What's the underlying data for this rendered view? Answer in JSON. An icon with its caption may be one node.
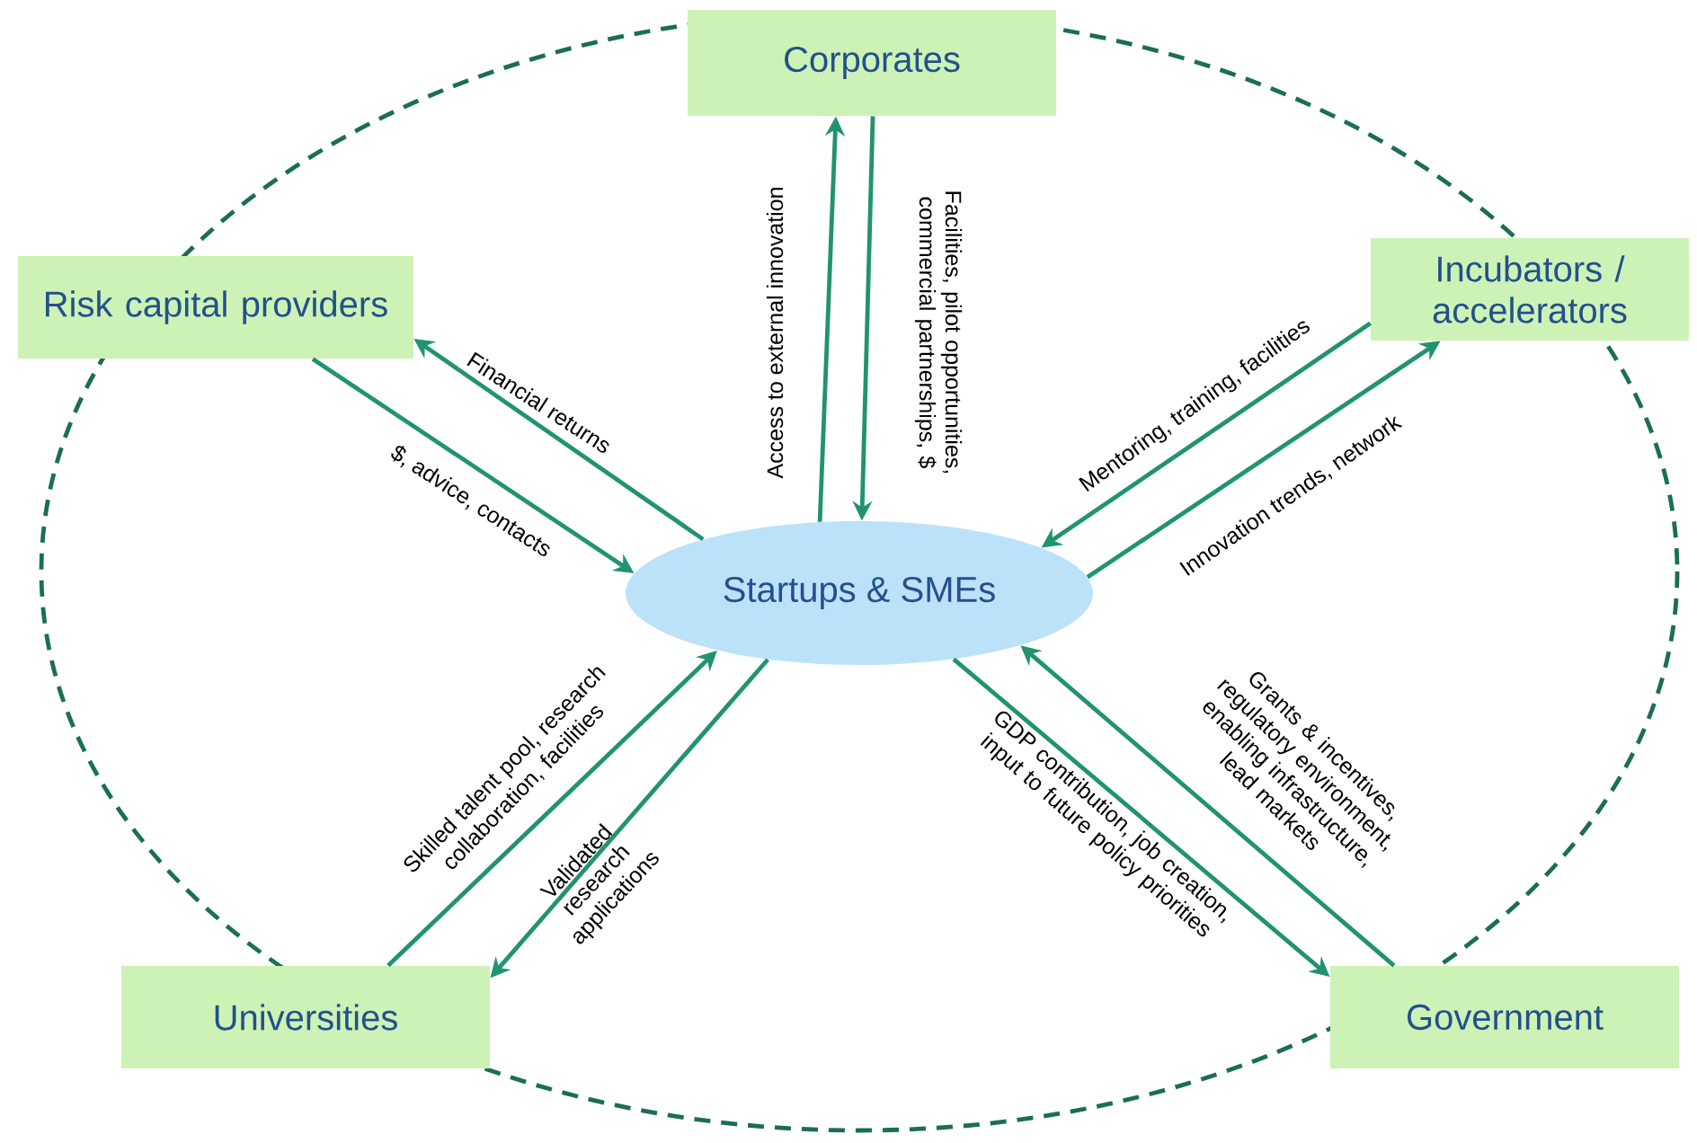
{
  "diagram": {
    "nodes": [
      {
        "text": [
          "Corporates"
        ]
      },
      {
        "text": [
          "Risk capital providers"
        ]
      },
      {
        "text": [
          "Incubators / accelerators"
        ]
      },
      {
        "text": [
          "Startups & SMEs"
        ]
      },
      {
        "text": [
          "Universities"
        ]
      },
      {
        "text": [
          "Government"
        ]
      }
    ],
    "edges": [
      {
        "from": 3,
        "to": 0,
        "arrow": "to",
        "label": "Access to external innovation"
      },
      {
        "from": 0,
        "to": 3,
        "arrow": "to",
        "label": "Facilities, pilot opportunities, commercial partnerships, $"
      },
      {
        "from": 3,
        "to": 1,
        "arrow": "to",
        "label": "Financial returns"
      },
      {
        "from": 1,
        "to": 3,
        "arrow": "to",
        "label": "$, advice, contacts"
      },
      {
        "from": 2,
        "to": 3,
        "arrow": "to",
        "label": "Mentoring, training, facilities"
      },
      {
        "from": 3,
        "to": 2,
        "arrow": "to",
        "label": "Innovation trends, network"
      },
      {
        "from": 4,
        "to": 3,
        "arrow": "to",
        "label": "Skilled talent pool, research collaboration, facilities"
      },
      {
        "from": 3,
        "to": 4,
        "arrow": "to",
        "label": "Validated research applications"
      },
      {
        "from": 3,
        "to": 5,
        "arrow": "to",
        "label": "GDP contribution, job creation, input to future policy priorities"
      },
      {
        "from": 5,
        "to": 3,
        "arrow": "to",
        "label": "Grants & incentives, regulatory environment, enabling infrastructure, lead markets"
      }
    ]
  }
}
